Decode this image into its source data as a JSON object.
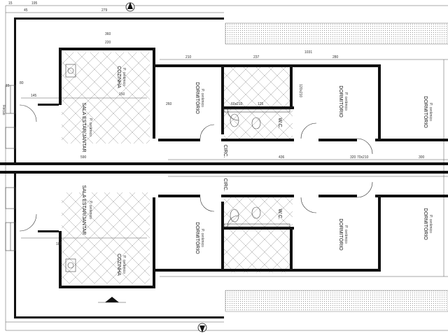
{
  "rooms": {
    "sala": "SALA ESTAR/JANTAR",
    "cozinha": "COZINHA",
    "dormitorio": "DORMITÓRIO",
    "wc": "W.C.",
    "circ": "CIRC.",
    "piso": "P. cerâmico"
  },
  "dimensions": {
    "top": [
      "15",
      "45",
      "195",
      "279",
      "360",
      "220",
      "210",
      "237",
      "1031",
      "280",
      "15"
    ],
    "walls": [
      "590",
      "436",
      "300",
      "320",
      "260",
      "180",
      "145",
      "150",
      "125",
      "80",
      "70x210",
      "60x210",
      "120x210"
    ],
    "misc": [
      "Recuo"
    ]
  },
  "colors": {
    "wall": "#111111",
    "hatch": "#9a9a9a",
    "garden": "#bdbdbd",
    "paper": "#ffffff"
  },
  "icons": [
    "north-arrow-icon",
    "section-marker-icon"
  ]
}
